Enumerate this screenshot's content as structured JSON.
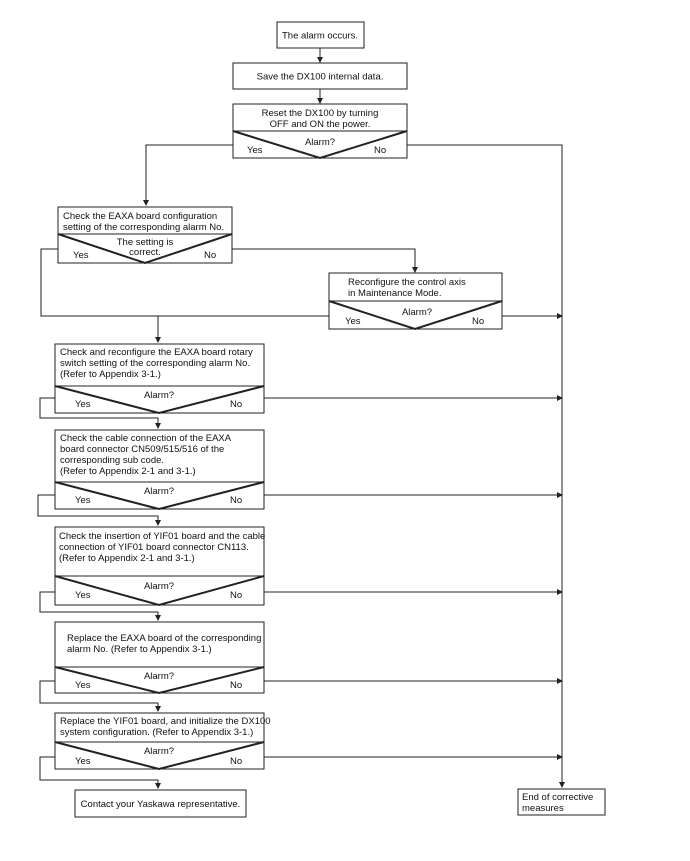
{
  "start": "The alarm occurs.",
  "save": "Save the DX100 internal data.",
  "reset": [
    "Reset the DX100 by turning",
    "OFF and ON the power."
  ],
  "alarm_q": "Alarm?",
  "yes": "Yes",
  "no": "No",
  "check_config": [
    "Check the EAXA board configuration",
    "setting of the corresponding alarm No."
  ],
  "setting_q": [
    "The setting is",
    "correct."
  ],
  "reconfigure": [
    "Reconfigure the control axis",
    "in Maintenance Mode."
  ],
  "rotary": [
    "Check and reconfigure the EAXA board rotary",
    "switch setting of the corresponding alarm No.",
    "(Refer to Appendix 3-1.)"
  ],
  "cable": [
    "Check the cable connection of the EAXA",
    "board connector CN509/515/516 of the",
    "corresponding sub code.",
    "(Refer to Appendix 2-1 and 3-1.)"
  ],
  "yif01_insert": [
    "Check the insertion of YIF01 board and the cable",
    "connection of YIF01 board connector CN113.",
    "(Refer to Appendix 2-1 and 3-1.)"
  ],
  "replace_eaxa": [
    "Replace the EAXA board of the corresponding",
    "alarm No. (Refer to Appendix 3-1.)"
  ],
  "replace_yif01": [
    "Replace the YIF01 board, and initialize the DX100",
    "system configuration. (Refer to Appendix 3-1.)"
  ],
  "contact": "Contact your Yaskawa representative.",
  "end": [
    "End of corrective",
    "measures"
  ]
}
